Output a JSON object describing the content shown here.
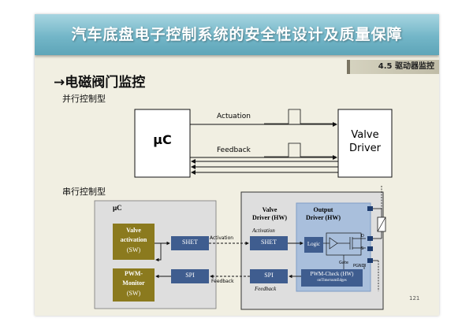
{
  "slide": {
    "title": "汽车底盘电子控制系统的安全性设计及质量保障",
    "section_tag": "4.5 驱动器监控",
    "heading": "→电磁阀门监控",
    "page_number": "121"
  },
  "parallel": {
    "label": "并行控制型",
    "uc_label": "µC",
    "valve_driver_line1": "Valve",
    "valve_driver_line2": "Driver",
    "actuation_label": "Actuation",
    "feedback_label": "Feedback"
  },
  "serial": {
    "label": "串行控制型",
    "uc_title": "µC",
    "valve_activation": [
      "Valve",
      "activation",
      "(SW)"
    ],
    "pwm_monitor": [
      "PWM-",
      "Monitor",
      "(SW)"
    ],
    "shet_left": "SHET",
    "spi_left": "SPI",
    "activation_arrow": "Activation",
    "feedback_arrow": "Feedback",
    "valve_driver_hw": [
      "Valve",
      "Driver (HW)"
    ],
    "activation_italic": "Activation",
    "feedback_italic": "Feedback",
    "shet_right": "SHET",
    "spi_right": "SPI",
    "output_driver": [
      "Output",
      "Driver (HW)"
    ],
    "logic": "Logic",
    "pwm_check": "PWM-Check (HW)",
    "pwm_check_sub": "onTime/sumEdges",
    "pin_labels": [
      "Gate",
      "D",
      "S",
      "PGNDI"
    ]
  },
  "colors": {
    "title_bar": "#73b6c8",
    "slide_bg": "#f1efe2",
    "olive_block": "#8b7a1e",
    "blue_block": "#3f5d8f",
    "light_blue_region": "#a9bfdc",
    "gray_panel": "#dedede"
  }
}
